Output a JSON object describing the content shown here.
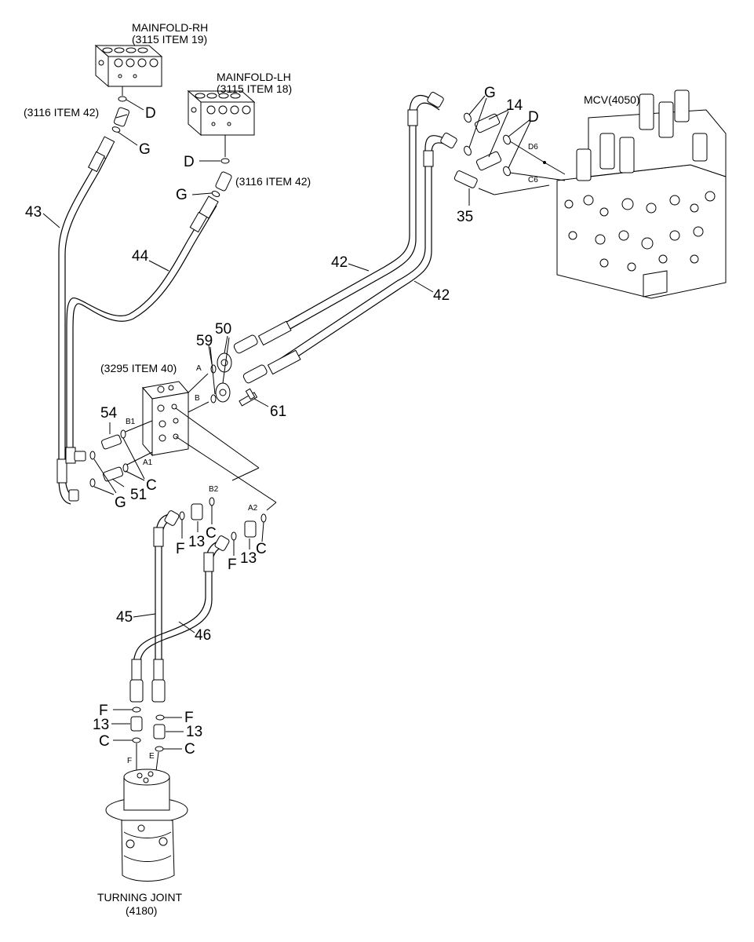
{
  "title_labels": {
    "mainfold_rh": "MAINFOLD-RH",
    "mainfold_rh_ref": "(3115 ITEM 19)",
    "mainfold_lh": "MAINFOLD-LH",
    "mainfold_lh_ref": "(3115 ITEM 18)",
    "item42_ref_left": "(3116 ITEM 42)",
    "item42_ref_right": "(3116 ITEM 42)",
    "mcv": "MCV(4050)",
    "valve_block_ref": "(3295 ITEM 40)",
    "turning_joint": "TURNING JOINT",
    "turning_joint_ref": "(4180)"
  },
  "callouts": {
    "n43": "43",
    "n44": "44",
    "n42a": "42",
    "n42b": "42",
    "n14": "14",
    "n35": "35",
    "n59": "59",
    "n50": "50",
    "n61": "61",
    "n54": "54",
    "n51": "51",
    "n45": "45",
    "n46": "46",
    "n13a": "13",
    "n13b": "13",
    "n13c": "13",
    "n13d": "13",
    "g1": "G",
    "g2": "G",
    "g3": "G",
    "g4": "G",
    "d1": "D",
    "d2": "D",
    "d3": "D",
    "c1": "C",
    "c2": "C",
    "c3": "C",
    "c4": "C",
    "c5": "C",
    "f1": "F",
    "f2": "F",
    "f3": "F",
    "f4": "F"
  },
  "port_labels": {
    "d6": "D6",
    "c6": "C6",
    "a": "A",
    "b": "B",
    "b1": "B1",
    "a1": "A1",
    "b2": "B2",
    "a2": "A2",
    "tj_f": "F",
    "tj_e": "E"
  }
}
